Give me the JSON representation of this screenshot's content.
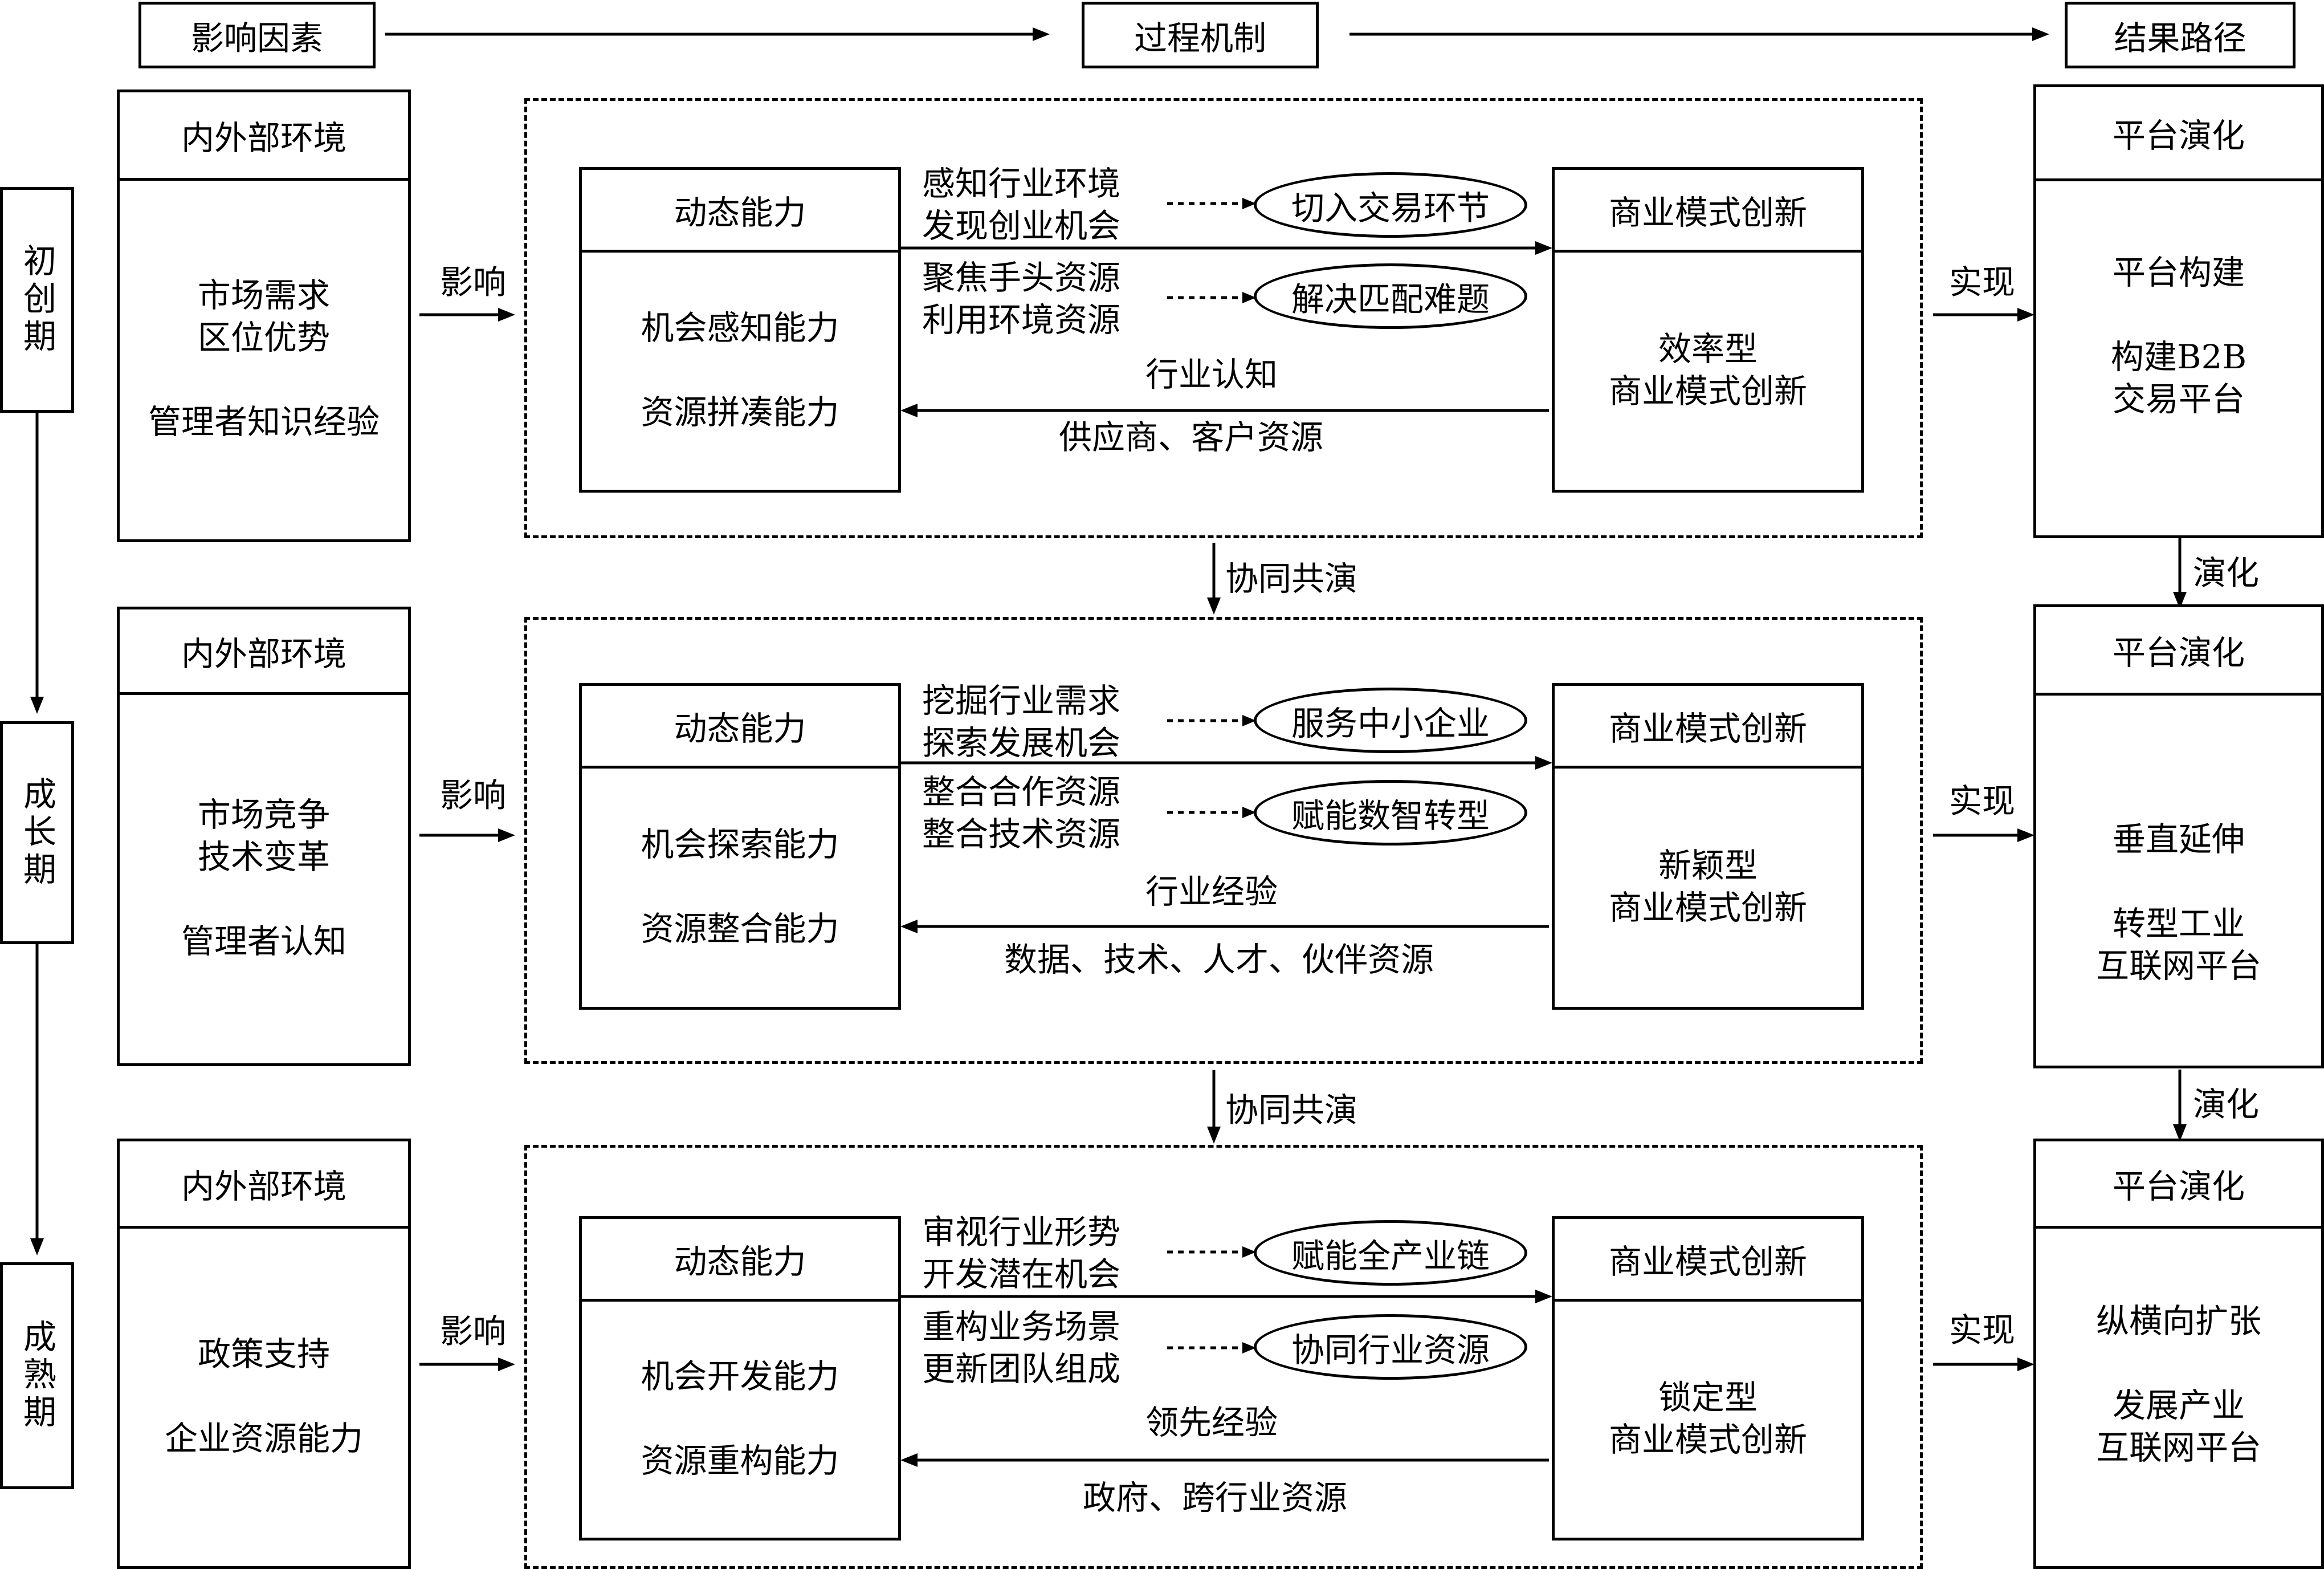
{
  "header": {
    "factors": "影响因素",
    "process": "过程机制",
    "result": "结果路径"
  },
  "stages": [
    "初创期",
    "成长期",
    "成熟期"
  ],
  "rows": [
    {
      "env_title": "内外部环境",
      "env_lines": [
        "市场需求",
        "区位优势",
        "",
        "管理者知识经验"
      ],
      "influence": "影响",
      "cap_title": "动态能力",
      "cap_lines": [
        "机会感知能力",
        "",
        "资源拼凑能力"
      ],
      "act1": [
        "感知行业环境",
        "发现创业机会"
      ],
      "oval1": "切入交易环节",
      "act2": [
        "聚焦手头资源",
        "利用环境资源"
      ],
      "oval2": "解决匹配难题",
      "feedback_top": "行业认知",
      "feedback_bottom": "供应商、客户资源",
      "bm_title": "商业模式创新",
      "bm_lines": [
        "效率型",
        "商业模式创新"
      ],
      "realize": "实现",
      "plat_title": "平台演化",
      "plat_lines": [
        "平台构建",
        "",
        "构建B2B",
        "交易平台"
      ]
    },
    {
      "env_title": "内外部环境",
      "env_lines": [
        "市场竞争",
        "技术变革",
        "",
        "管理者认知"
      ],
      "influence": "影响",
      "cap_title": "动态能力",
      "cap_lines": [
        "机会探索能力",
        "",
        "资源整合能力"
      ],
      "act1": [
        "挖掘行业需求",
        "探索发展机会"
      ],
      "oval1": "服务中小企业",
      "act2": [
        "整合合作资源",
        "整合技术资源"
      ],
      "oval2": "赋能数智转型",
      "feedback_top": "行业经验",
      "feedback_bottom": "数据、技术、人才、伙伴资源",
      "bm_title": "商业模式创新",
      "bm_lines": [
        "新颖型",
        "商业模式创新"
      ],
      "realize": "实现",
      "plat_title": "平台演化",
      "plat_lines": [
        "垂直延伸",
        "",
        "转型工业",
        "互联网平台"
      ]
    },
    {
      "env_title": "内外部环境",
      "env_lines": [
        "政策支持",
        "",
        "企业资源能力"
      ],
      "influence": "影响",
      "cap_title": "动态能力",
      "cap_lines": [
        "机会开发能力",
        "",
        "资源重构能力"
      ],
      "act1": [
        "审视行业形势",
        "开发潜在机会"
      ],
      "oval1": "赋能全产业链",
      "act2": [
        "重构业务场景",
        "更新团队组成"
      ],
      "oval2": "协同行业资源",
      "feedback_top": "领先经验",
      "feedback_bottom": "政府、跨行业资源",
      "bm_title": "商业模式创新",
      "bm_lines": [
        "锁定型",
        "商业模式创新"
      ],
      "realize": "实现",
      "plat_title": "平台演化",
      "plat_lines": [
        "纵横向扩张",
        "",
        "发展产业",
        "互联网平台"
      ]
    }
  ],
  "coevolution": "协同共演",
  "evolve": "演化"
}
